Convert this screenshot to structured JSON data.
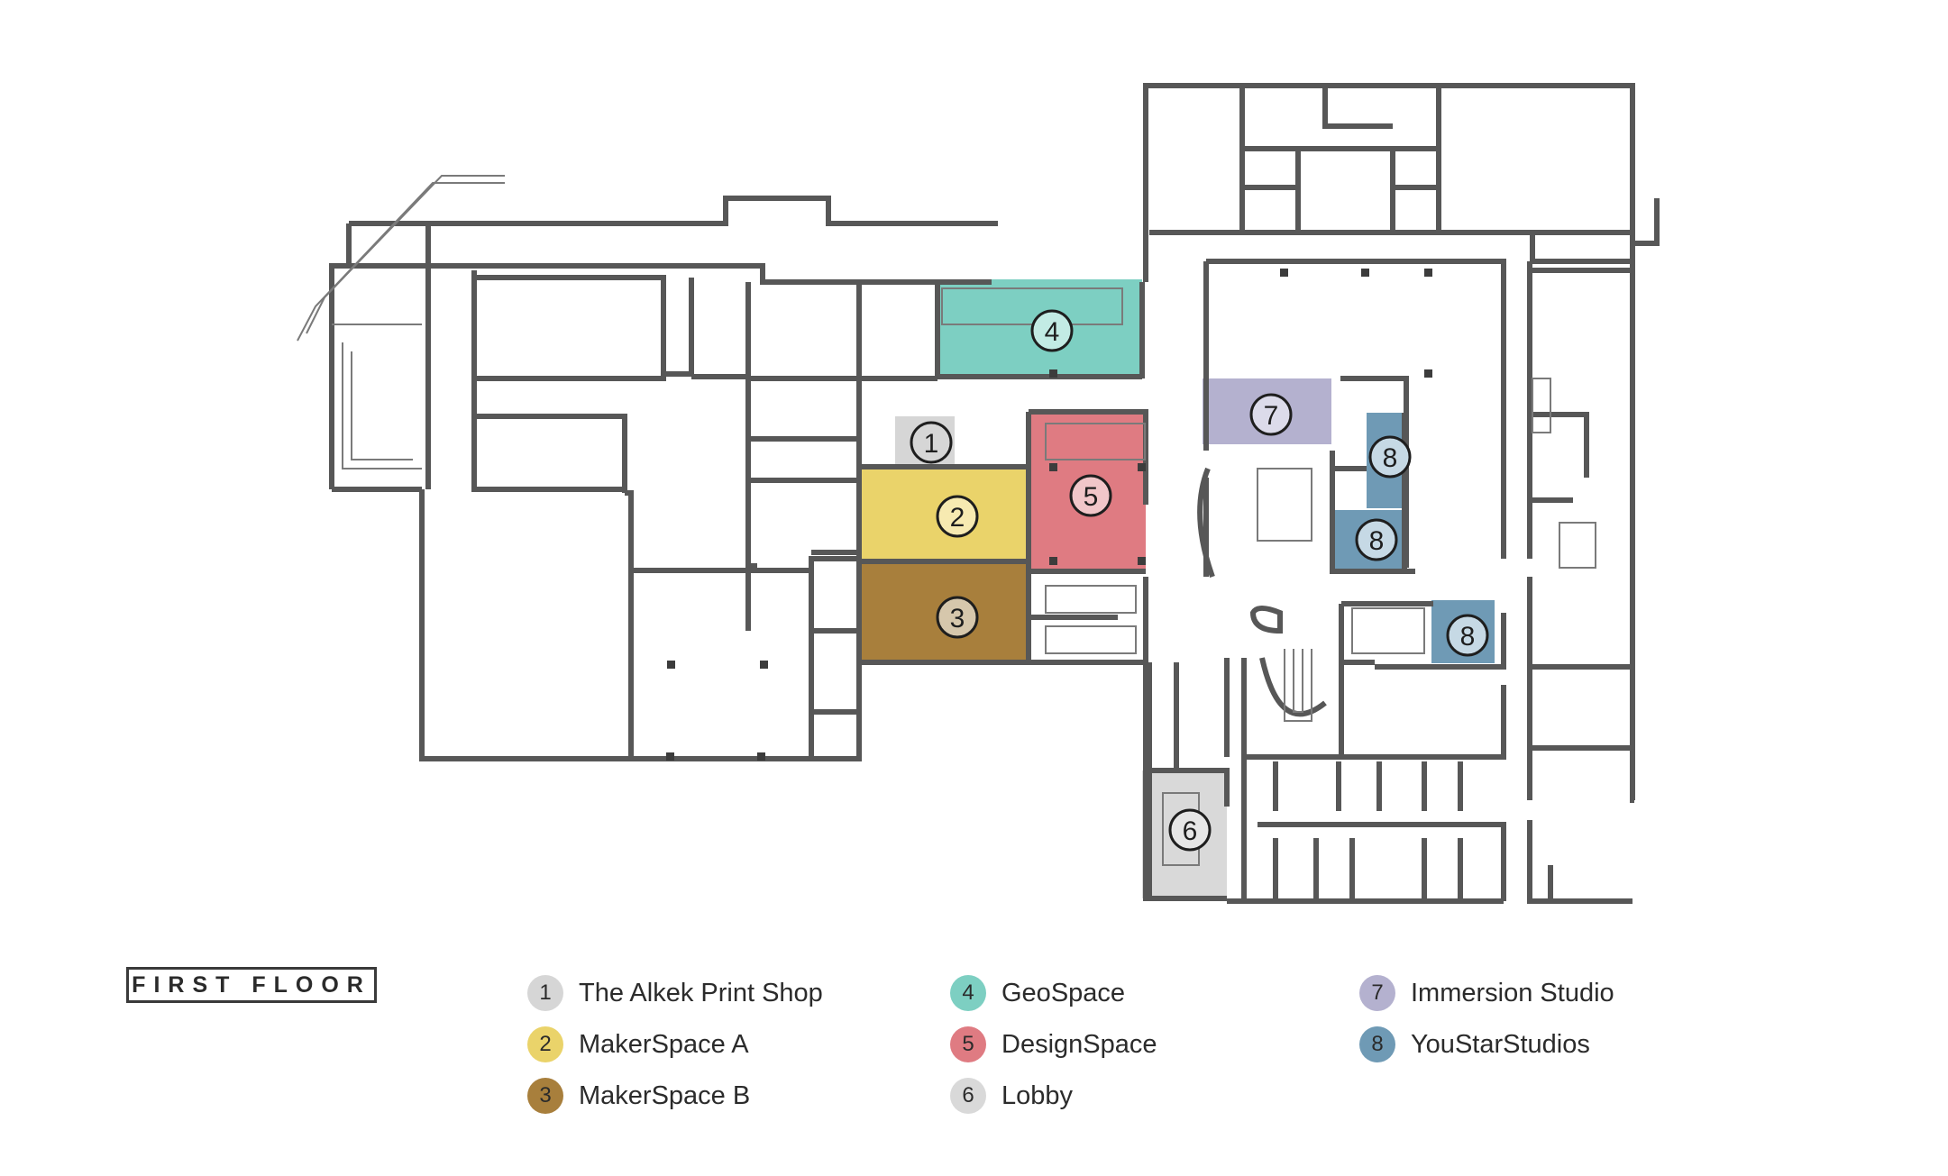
{
  "floor_title": "FIRST FLOOR",
  "spaces": [
    {
      "number": "1",
      "name": "The Alkek Print Shop",
      "color": "#d6d6d6"
    },
    {
      "number": "2",
      "name": "MakerSpace A",
      "color": "#ead36a"
    },
    {
      "number": "3",
      "name": "MakerSpace B",
      "color": "#a87f3c"
    },
    {
      "number": "4",
      "name": "GeoSpace",
      "color": "#7dcfc2"
    },
    {
      "number": "5",
      "name": "DesignSpace",
      "color": "#df7b82"
    },
    {
      "number": "6",
      "name": "Lobby",
      "color": "#d9d9d9"
    },
    {
      "number": "7",
      "name": "Immersion Studio",
      "color": "#b4b1cf"
    },
    {
      "number": "8",
      "name": "YouStarStudios",
      "color": "#6f9ab5"
    }
  ],
  "map_markers": [
    "1",
    "2",
    "3",
    "4",
    "5",
    "6",
    "7",
    "8",
    "8",
    "8"
  ],
  "wall_color": "#575757"
}
